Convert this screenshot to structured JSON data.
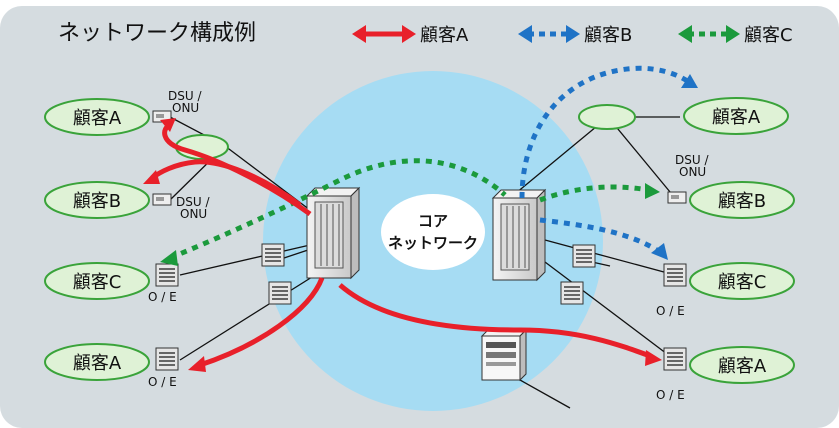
{
  "title": "ネットワーク構成例",
  "legend": [
    {
      "label": "顧客A",
      "color": "#e8202a",
      "style": "solid"
    },
    {
      "label": "顧客B",
      "color": "#1f73c6",
      "style": "dotted"
    },
    {
      "label": "顧客C",
      "color": "#1b9a3c",
      "style": "dotted"
    }
  ],
  "core_label_line1": "コア",
  "core_label_line2": "ネットワーク",
  "customers_left": [
    "顧客A",
    "顧客B",
    "顧客C",
    "顧客A"
  ],
  "customers_right": [
    "顧客A",
    "顧客B",
    "顧客C",
    "顧客A"
  ],
  "device_labels": {
    "dsu_onu_line1": "DSU /",
    "dsu_onu_line2": "ONU",
    "oe": "O / E"
  },
  "colors": {
    "background": "#d5dce0",
    "core_cloud": "#a6dcf3",
    "oval_fill": "#dff2d6",
    "oval_stroke": "#3aa33a",
    "customer_a": "#e8202a",
    "customer_b": "#1f73c6",
    "customer_c": "#1b9a3c"
  }
}
